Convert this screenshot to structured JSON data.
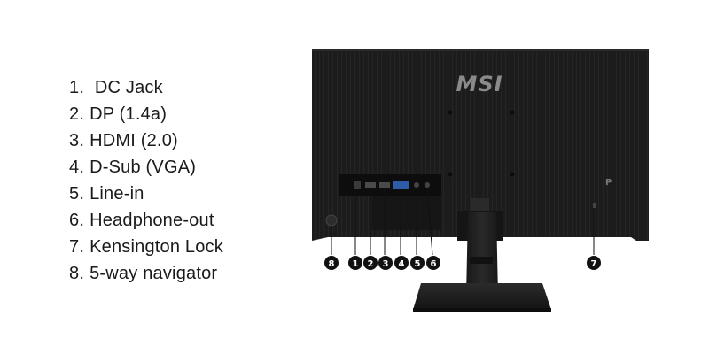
{
  "ports": [
    {
      "number": "1.",
      "label": " DC Jack"
    },
    {
      "number": "2.",
      "label": "DP (1.4a)"
    },
    {
      "number": "3.",
      "label": "HDMI (2.0)"
    },
    {
      "number": "4.",
      "label": "D-Sub (VGA)"
    },
    {
      "number": "5.",
      "label": "Line-in"
    },
    {
      "number": "6.",
      "label": "Headphone-out"
    },
    {
      "number": "7.",
      "label": "Kensington Lock"
    },
    {
      "number": "8.",
      "label": "5-way navigator"
    }
  ],
  "monitor": {
    "brand_logo": "MSI",
    "badges": [
      "8",
      "1",
      "2",
      "3",
      "4",
      "5",
      "6",
      "7"
    ]
  },
  "colors": {
    "monitor_body": "#1c1c1c",
    "stand": "#1f1f1f",
    "badge": "#111111",
    "text": "#1a1a1a"
  }
}
